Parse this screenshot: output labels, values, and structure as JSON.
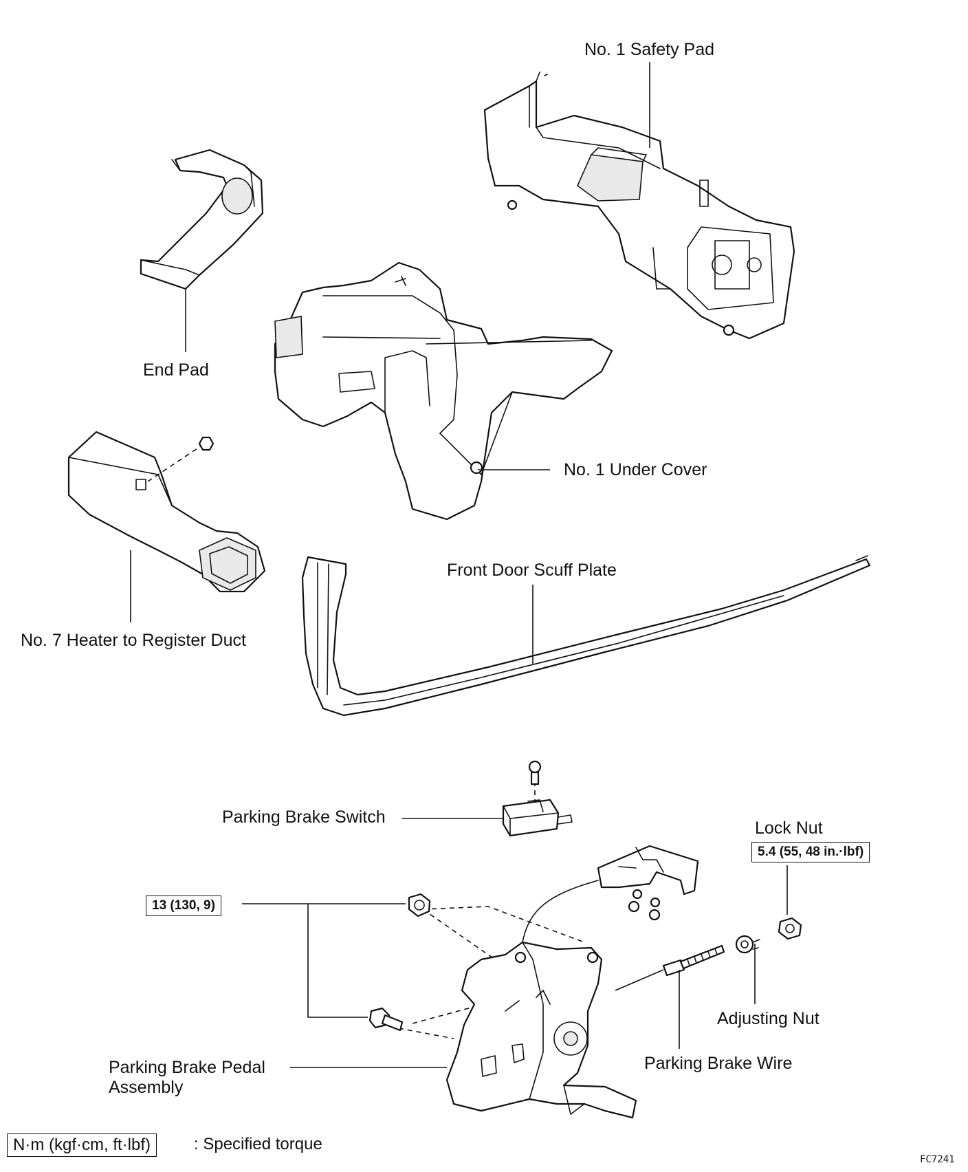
{
  "labels": {
    "safety_pad": "No. 1 Safety Pad",
    "end_pad": "End Pad",
    "under_cover": "No. 1 Under Cover",
    "heater_duct": "No. 7 Heater to Register Duct",
    "scuff_plate": "Front Door Scuff Plate",
    "brake_switch": "Parking Brake Switch",
    "lock_nut": "Lock Nut",
    "adjusting_nut": "Adjusting Nut",
    "brake_wire": "Parking Brake Wire",
    "pedal_assembly": "Parking Brake Pedal\nAssembly"
  },
  "torques": {
    "lock_nut": "5.4 (55, 48 in.·lbf)",
    "pedal_bolts": "13 (130, 9)"
  },
  "legend": {
    "unit": "N·m (kgf·cm, ft·lbf)",
    "meaning": ": Specified torque"
  },
  "figure_code": "FC7241"
}
